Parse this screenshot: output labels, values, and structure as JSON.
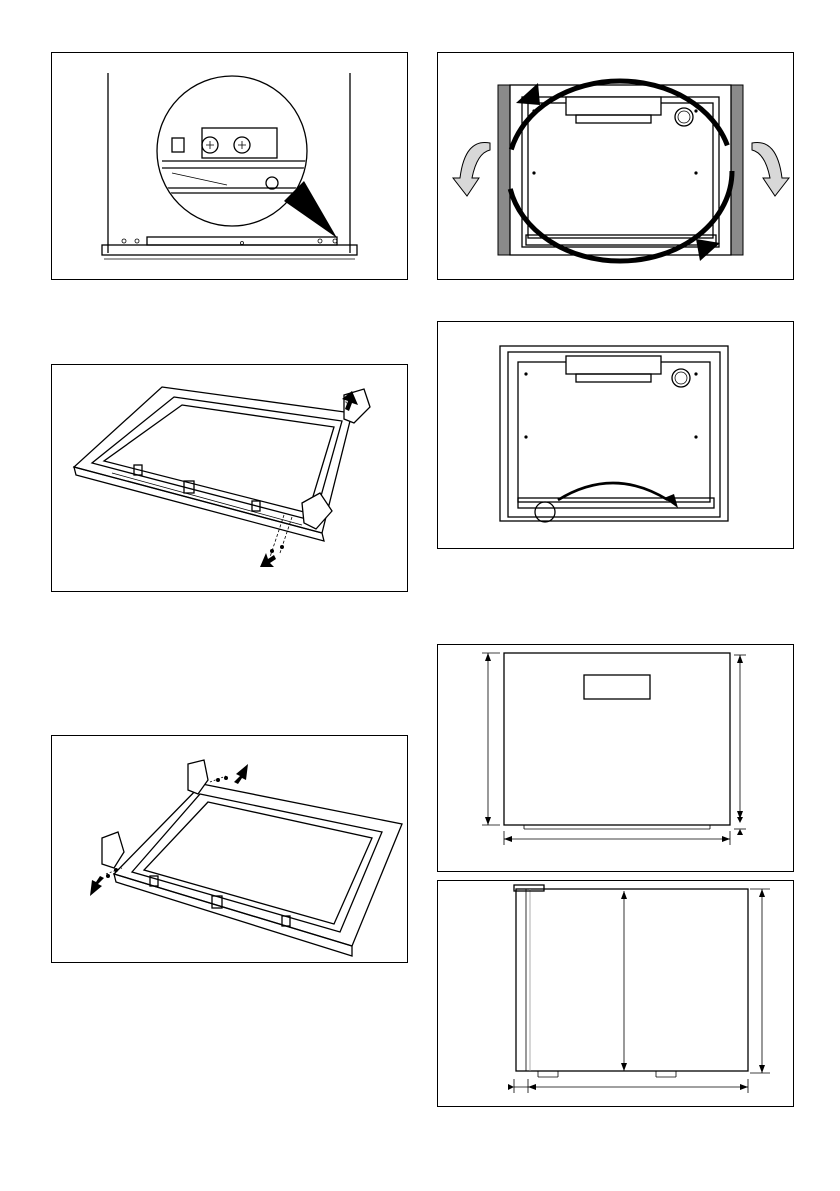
{
  "document": {
    "type": "installation instructions illustration page",
    "panels": [
      {
        "id": "hinge-screw-detail",
        "icon": "magnifier-detail"
      },
      {
        "id": "door-rotate",
        "icon": "rotate-arrows"
      },
      {
        "id": "hinge-removal",
        "icon": "arrow-out"
      },
      {
        "id": "door-lower-rotate",
        "icon": "curved-arrow"
      },
      {
        "id": "hinge-install",
        "icon": "arrow-in"
      },
      {
        "id": "front-dimensions",
        "icon": "dimension-lines"
      },
      {
        "id": "side-dimensions",
        "icon": "dimension-lines"
      }
    ]
  }
}
